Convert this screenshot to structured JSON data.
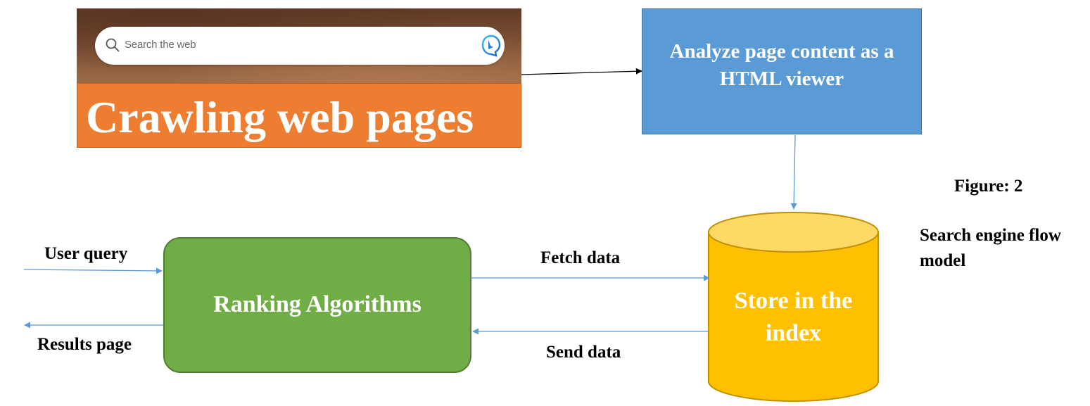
{
  "search": {
    "placeholder": "Search the web"
  },
  "nodes": {
    "crawl": "Crawling web pages",
    "analyze": "Analyze page content as a HTML viewer",
    "index": "Store in the index",
    "ranking": "Ranking Algorithms"
  },
  "edges": {
    "user_query": "User query",
    "results_page": "Results page",
    "fetch_data": "Fetch data",
    "send_data": "Send data"
  },
  "figure": {
    "label": "Figure: 2",
    "caption": "Search engine flow model"
  },
  "colors": {
    "crawl": "#ed7d31",
    "analyze": "#5b9bd5",
    "ranking": "#70ad47",
    "index": "#ffc000",
    "index_top": "#ffd966",
    "arrow": "#5b9bd5"
  },
  "icons": [
    "search-icon",
    "bing-icon",
    "arrow-head"
  ]
}
